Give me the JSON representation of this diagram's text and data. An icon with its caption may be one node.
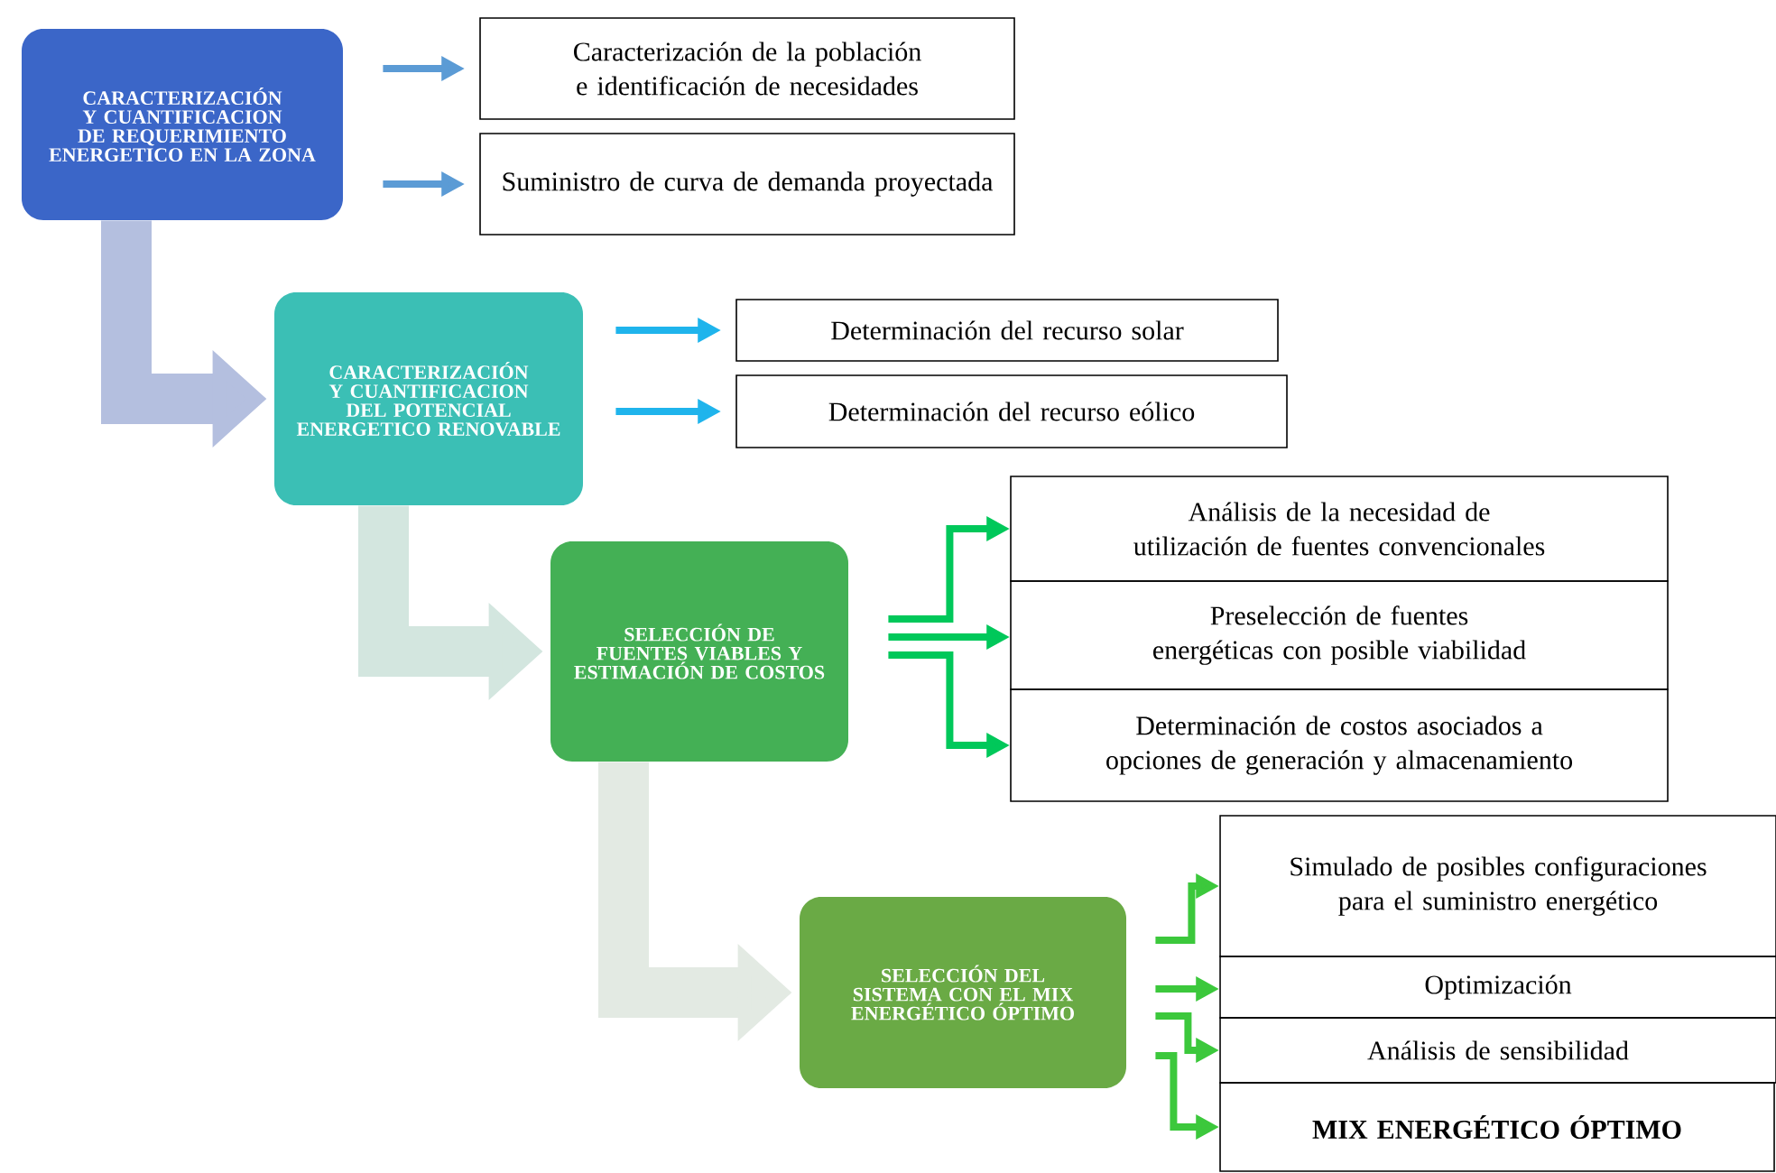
{
  "diagram": {
    "nodes": [
      {
        "text": [
          "CARACTERIZACIÓN Y CUANTIFICACION DE REQUERIMIENTO ENERGETICO EN LA ZONA"
        ]
      },
      {
        "text": [
          "Caracterización de la población e identificación de necesidades"
        ]
      },
      {
        "text": [
          "Suministro de curva de demanda proyectada"
        ]
      },
      {
        "text": [
          "CARACTERIZACIÓN Y CUANTIFICACION DEL POTENCIAL ENERGETICO RENOVABLE"
        ]
      },
      {
        "text": [
          "Determinación del recurso solar"
        ]
      },
      {
        "text": [
          "Determinación del recurso eólico"
        ]
      },
      {
        "text": [
          "SELECCIÓN DE FUENTES VIABLES Y ESTIMACIÓN DE COSTOS"
        ]
      },
      {
        "text": [
          "Análisis de la necesidad de utilización de fuentes convencionales"
        ]
      },
      {
        "text": [
          "Preselección de fuentes energéticas con posible viabilidad"
        ]
      },
      {
        "text": [
          "Determinación de costos asociados a opciones de generación y almacenamiento"
        ]
      },
      {
        "text": [
          "SELECCIÓN DEL SISTEMA CON EL MIX ENERGÉTICO ÓPTIMO"
        ]
      },
      {
        "text": [
          "Simulado de posibles configuraciones para el suministro energético"
        ]
      },
      {
        "text": [
          "Optimización"
        ]
      },
      {
        "text": [
          "Análisis de sensibilidad"
        ]
      },
      {
        "text": [
          "MIX ENERGÉTICO ÓPTIMO"
        ]
      }
    ],
    "edges": [
      {
        "from": 0,
        "to": 1,
        "arrow": "to",
        "color": "#5b9bd5"
      },
      {
        "from": 0,
        "to": 2,
        "arrow": "to",
        "color": "#5b9bd5"
      },
      {
        "from": 0,
        "to": 3,
        "arrow": "to",
        "style": "thick",
        "color": "#b4bfdf"
      },
      {
        "from": 3,
        "to": 4,
        "arrow": "to",
        "color": "#1fb4ec"
      },
      {
        "from": 3,
        "to": 5,
        "arrow": "to",
        "color": "#1fb4ec"
      },
      {
        "from": 3,
        "to": 6,
        "arrow": "to",
        "style": "thick",
        "color": "#d3e6df"
      },
      {
        "from": 6,
        "to": 7,
        "arrow": "to",
        "color": "#00c85a"
      },
      {
        "from": 6,
        "to": 8,
        "arrow": "to",
        "color": "#00c85a"
      },
      {
        "from": 6,
        "to": 9,
        "arrow": "to",
        "color": "#00c85a"
      },
      {
        "from": 6,
        "to": 10,
        "arrow": "to",
        "style": "thick",
        "color": "#e3eae3"
      },
      {
        "from": 10,
        "to": 11,
        "arrow": "to",
        "color": "#3cc83c"
      },
      {
        "from": 10,
        "to": 12,
        "arrow": "to",
        "color": "#3cc83c"
      },
      {
        "from": 10,
        "to": 13,
        "arrow": "to",
        "color": "#3cc83c"
      },
      {
        "from": 10,
        "to": 14,
        "arrow": "to",
        "color": "#3cc83c"
      }
    ]
  }
}
